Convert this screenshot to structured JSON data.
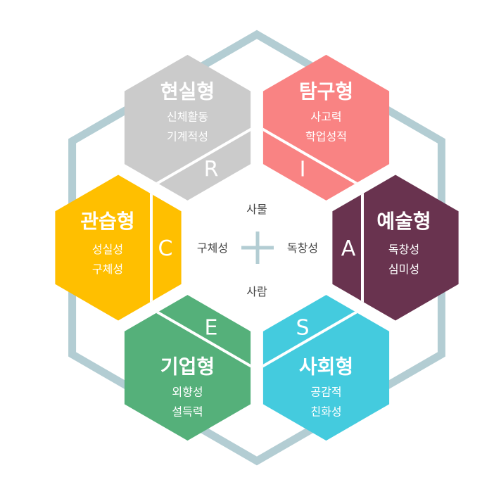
{
  "colors": {
    "outline": "#b3cdd3",
    "center_text": "#444444",
    "divider": "#ffffff"
  },
  "types": [
    {
      "key": "R",
      "letter": "R",
      "title": "현실형",
      "traits": [
        "신체활동",
        "기계적성"
      ],
      "color": "#cbcbcb"
    },
    {
      "key": "I",
      "letter": "I",
      "title": "탐구형",
      "traits": [
        "사고력",
        "학업성적"
      ],
      "color": "#f98383"
    },
    {
      "key": "A",
      "letter": "A",
      "title": "예술형",
      "traits": [
        "독창성",
        "심미성"
      ],
      "color": "#69334f"
    },
    {
      "key": "S",
      "letter": "S",
      "title": "사회형",
      "traits": [
        "공감적",
        "친화성"
      ],
      "color": "#44cbde"
    },
    {
      "key": "E",
      "letter": "E",
      "title": "기업형",
      "traits": [
        "외향성",
        "설득력"
      ],
      "color": "#55b07a"
    },
    {
      "key": "C",
      "letter": "C",
      "title": "관습형",
      "traits": [
        "성실성",
        "구체성"
      ],
      "color": "#ffbf00"
    }
  ],
  "center": {
    "top": "사물",
    "left": "구체성",
    "right": "독창성",
    "bottom": "사람"
  }
}
